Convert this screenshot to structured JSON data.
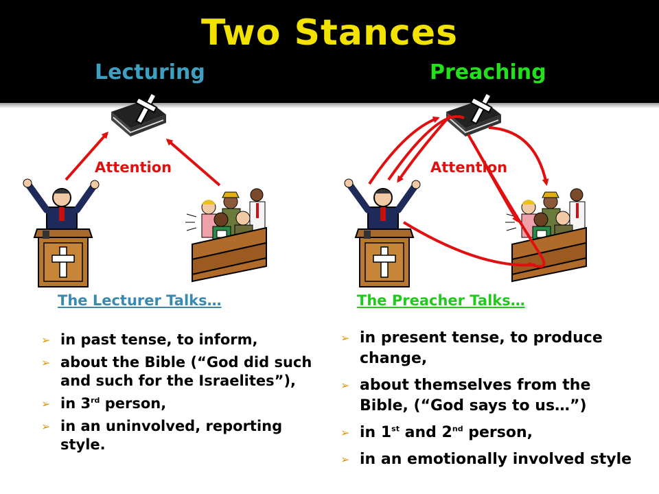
{
  "title": "Two Stances",
  "stances": {
    "left": "Lecturing",
    "right": "Preaching"
  },
  "attention_left": "Attention",
  "attention_right": "Attention",
  "left_column": {
    "heading": "The Lecturer Talks…",
    "bullets": [
      {
        "text": "in past tense, to inform,"
      },
      {
        "text": "about the Bible (“God did such and such for the Israelites”),"
      },
      {
        "pre": "in 3",
        "sup": "rd",
        "post": " person,"
      },
      {
        "text": "in an uninvolved, reporting style."
      }
    ]
  },
  "right_column": {
    "heading": "The Preacher Talks…",
    "bullets": [
      {
        "text": "in present tense, to produce change,"
      },
      {
        "text": "about themselves from the Bible, (“God says to us…”)"
      },
      {
        "pre": "in 1",
        "sup": "st",
        "mid": " and 2",
        "sup2": "nd",
        "post": " person,"
      },
      {
        "text": "in an emotionally involved style"
      }
    ]
  },
  "colors": {
    "title": "#f2e200",
    "lecturing": "#3f9fc0",
    "preaching": "#22e01a",
    "arrow": "#e01010",
    "bullet": "#e09a10"
  },
  "icons": [
    "bible-icon",
    "preacher-at-pulpit-icon",
    "congregation-in-pews-icon",
    "attention-arrow-icon",
    "bullet-arrow-icon"
  ]
}
